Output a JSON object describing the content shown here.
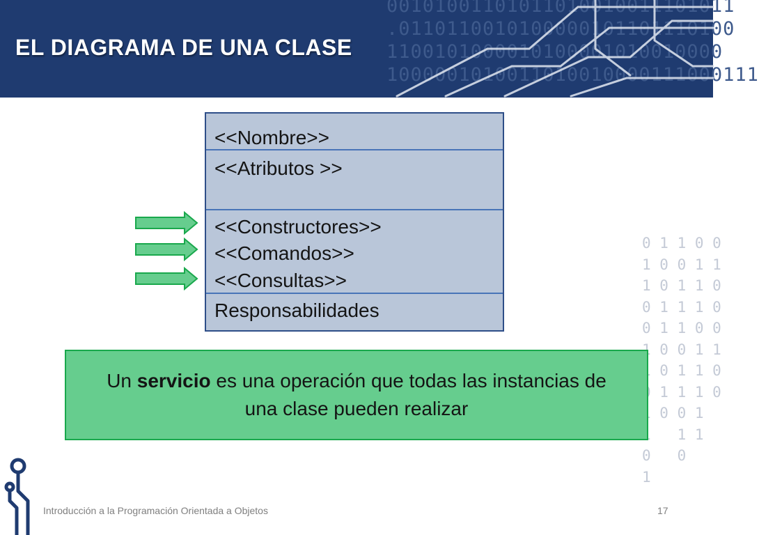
{
  "title": "EL DIAGRAMA DE UNA CLASE",
  "background_binary": {
    "header_rows": [
      "00101001101011010010011101011",
      ".0110110010100000101101110100",
      " 1100101000010100001010010000",
      "1000001010011010010000111000111"
    ],
    "side_rows": [
      "0 1 1 0 0",
      "1 0 0 1 1",
      "1 0 1 1 0",
      "0 1 1 1 0",
      "0 1 1 0 0",
      "1 0 0 1 1",
      "1 0 1 1 0",
      "0 1 1 1 0",
      "1 0 0 1",
      "1   1 1",
      "0   0",
      "1"
    ]
  },
  "uml_class": {
    "name": "<<Nombre>>",
    "attributes": "<<Atributos >>",
    "services": [
      "<<Constructores>>",
      "<<Comandos>>",
      "<<Consultas>>"
    ],
    "responsibilities": "Responsabilidades"
  },
  "callout": {
    "prefix": "Un ",
    "keyword": "servicio",
    "line1_rest": " es una operación que todas las instancias de",
    "line2": "una clase pueden realizar"
  },
  "footer": "Introducción a la Programación Orientada a Objetos",
  "page_number": "17",
  "colors": {
    "header_bg": "#1f3b70",
    "uml_fill": "#b9c6d9",
    "uml_border": "#2e4e88",
    "callout_fill": "#66cd8e",
    "callout_border": "#19a84c",
    "arrow_fill": "#66cd8e",
    "logo": "#1f3b70"
  }
}
